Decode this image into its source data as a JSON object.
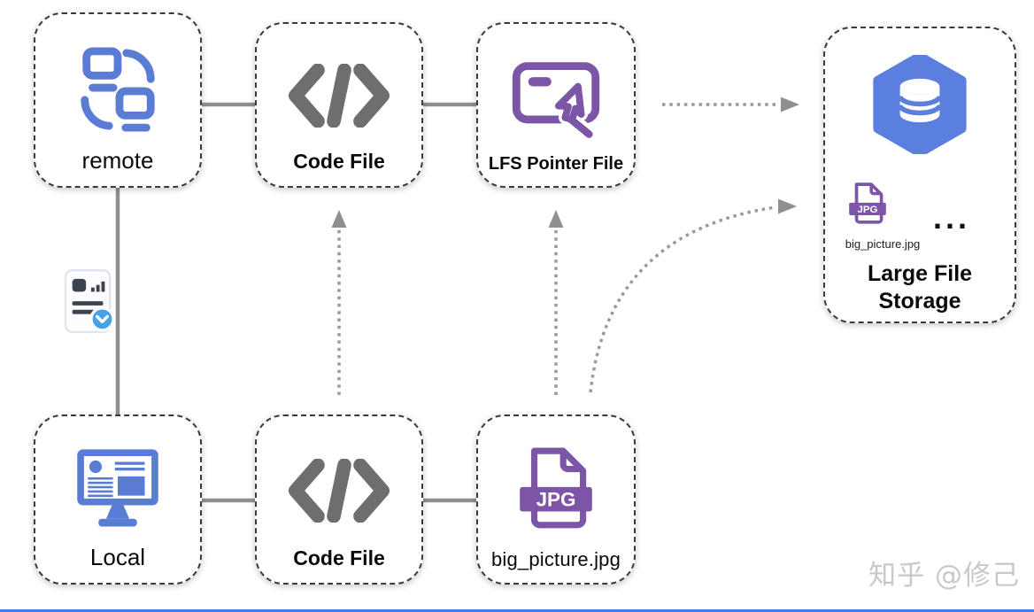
{
  "nodes": {
    "remote": {
      "label": "remote"
    },
    "code_file_top": {
      "label": "Code File"
    },
    "lfs_pointer_file": {
      "label": "LFS Pointer File"
    },
    "local": {
      "label": "Local"
    },
    "code_file_bottom": {
      "label": "Code File"
    },
    "big_picture": {
      "label": "big_picture.jpg"
    },
    "large_file_storage": {
      "label": "Large File Storage",
      "file_caption": "big_picture.jpg",
      "ellipsis": "..."
    }
  },
  "badges": {
    "jpg": "JPG"
  },
  "watermark": "知乎 @修己",
  "icons": {
    "remote": "network-sync-icon",
    "code_file": "code-brackets-icon",
    "lfs_pointer": "window-cursor-icon",
    "local": "desktop-monitor-icon",
    "jpg_file": "jpg-file-icon",
    "storage": "database-hexagon-icon",
    "commit": "document-verified-icon"
  },
  "colors": {
    "icon_blue": "#5b7cd5",
    "icon_purple": "#7d55a6",
    "icon_gray": "#6e6e6e",
    "line_gray": "#8f8f8f",
    "dot_gray": "#9a9a9a",
    "badge_blue": "#45a1e8",
    "accent_bar_blue": "#3f7ef0",
    "watermark_gray": "#c9c9c9"
  }
}
